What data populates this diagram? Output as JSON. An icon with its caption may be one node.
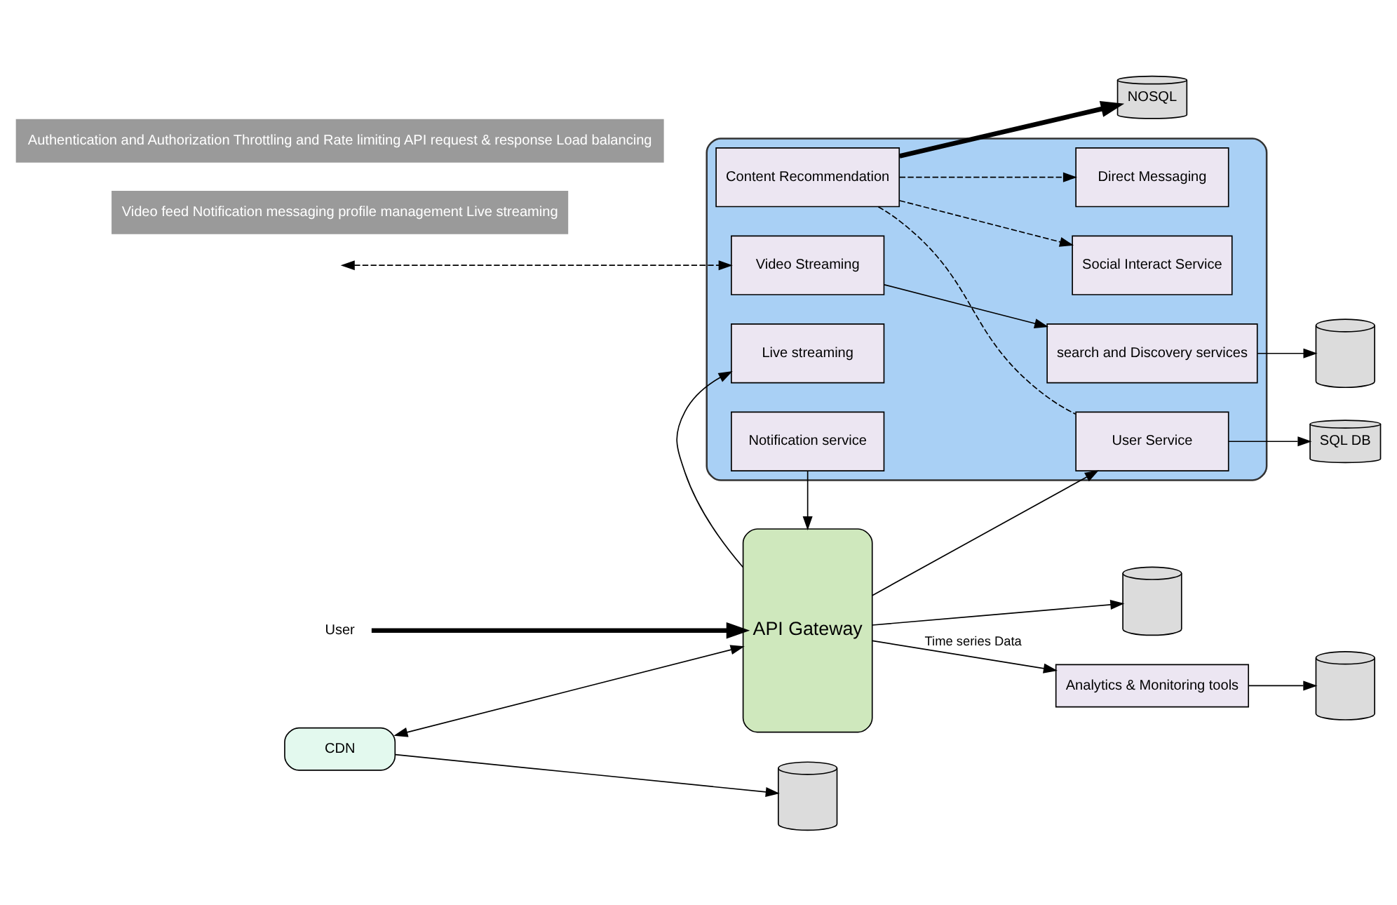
{
  "diagram": {
    "nodes": [
      {
        "text": [
          "User"
        ]
      },
      {
        "text": [
          "Video feed Notification messaging profile management Live streaming"
        ]
      },
      {
        "text": [
          "Authentication and Authorization Throttling and Rate limiting API request & response Load balancing"
        ]
      },
      {
        "text": [
          "API Gateway"
        ]
      },
      {
        "text": [
          "CDN"
        ]
      },
      {
        "text": [],
        "shape": "cylinder"
      },
      {
        "text": [
          "SQL DB"
        ]
      },
      {
        "text": [],
        "shape": "cloud"
      },
      {
        "text": [
          "User Service"
        ],
        "in": 7
      },
      {
        "text": [
          "Social Interact Service"
        ],
        "in": 7
      },
      {
        "text": [
          "NOSQL"
        ]
      },
      {
        "text": [
          "Content Recommendation"
        ],
        "in": 7
      },
      {
        "text": [
          "Live streaming"
        ],
        "in": 7
      },
      {
        "text": [
          "Direct Messaging"
        ],
        "in": 7
      },
      {
        "text": [
          "Notification service"
        ],
        "in": 7
      },
      {
        "text": [
          "Video Streaming"
        ],
        "in": 7
      },
      {
        "text": [
          "search and Discovery services"
        ],
        "in": 7
      },
      {
        "text": [],
        "shape": "cylinder"
      },
      {
        "text": [
          "Analytics & Monitoring tools"
        ]
      },
      {
        "text": [],
        "shape": "cylinder"
      },
      {
        "text": [],
        "shape": "cylinder"
      }
    ],
    "edges": [
      {
        "from": 0,
        "to": 3,
        "arrow": "to",
        "style": "thick"
      },
      {
        "from": 4,
        "to": 3,
        "arrow": "both"
      },
      {
        "from": 4,
        "to": 5,
        "arrow": "to"
      },
      {
        "from": 8,
        "to": 6,
        "arrow": "to"
      },
      {
        "from": 3,
        "to": 12,
        "arrow": "to"
      },
      {
        "from": 3,
        "to": 8,
        "arrow": "to"
      },
      {
        "from": 14,
        "to": 3,
        "arrow": "to"
      },
      {
        "from": 3,
        "to": 17,
        "arrow": "to"
      },
      {
        "from": 3,
        "to": 18,
        "arrow": "to",
        "label": "Time series Data"
      },
      {
        "from": 18,
        "to": 19,
        "arrow": "to"
      },
      {
        "from": 11,
        "to": 10,
        "arrow": "to",
        "style": "thick"
      },
      {
        "from": 11,
        "to": 9,
        "arrow": "to",
        "style": "dashed"
      },
      {
        "from": 11,
        "to": 8,
        "arrow": "none",
        "style": "dashed"
      },
      {
        "from": 11,
        "to": 13,
        "arrow": "to",
        "style": "dashed"
      },
      {
        "from": null,
        "to": 15,
        "arrow": "both",
        "style": "dashed"
      },
      {
        "from": 15,
        "to": 16,
        "arrow": "to"
      },
      {
        "from": 16,
        "to": 20,
        "arrow": "to"
      }
    ]
  }
}
